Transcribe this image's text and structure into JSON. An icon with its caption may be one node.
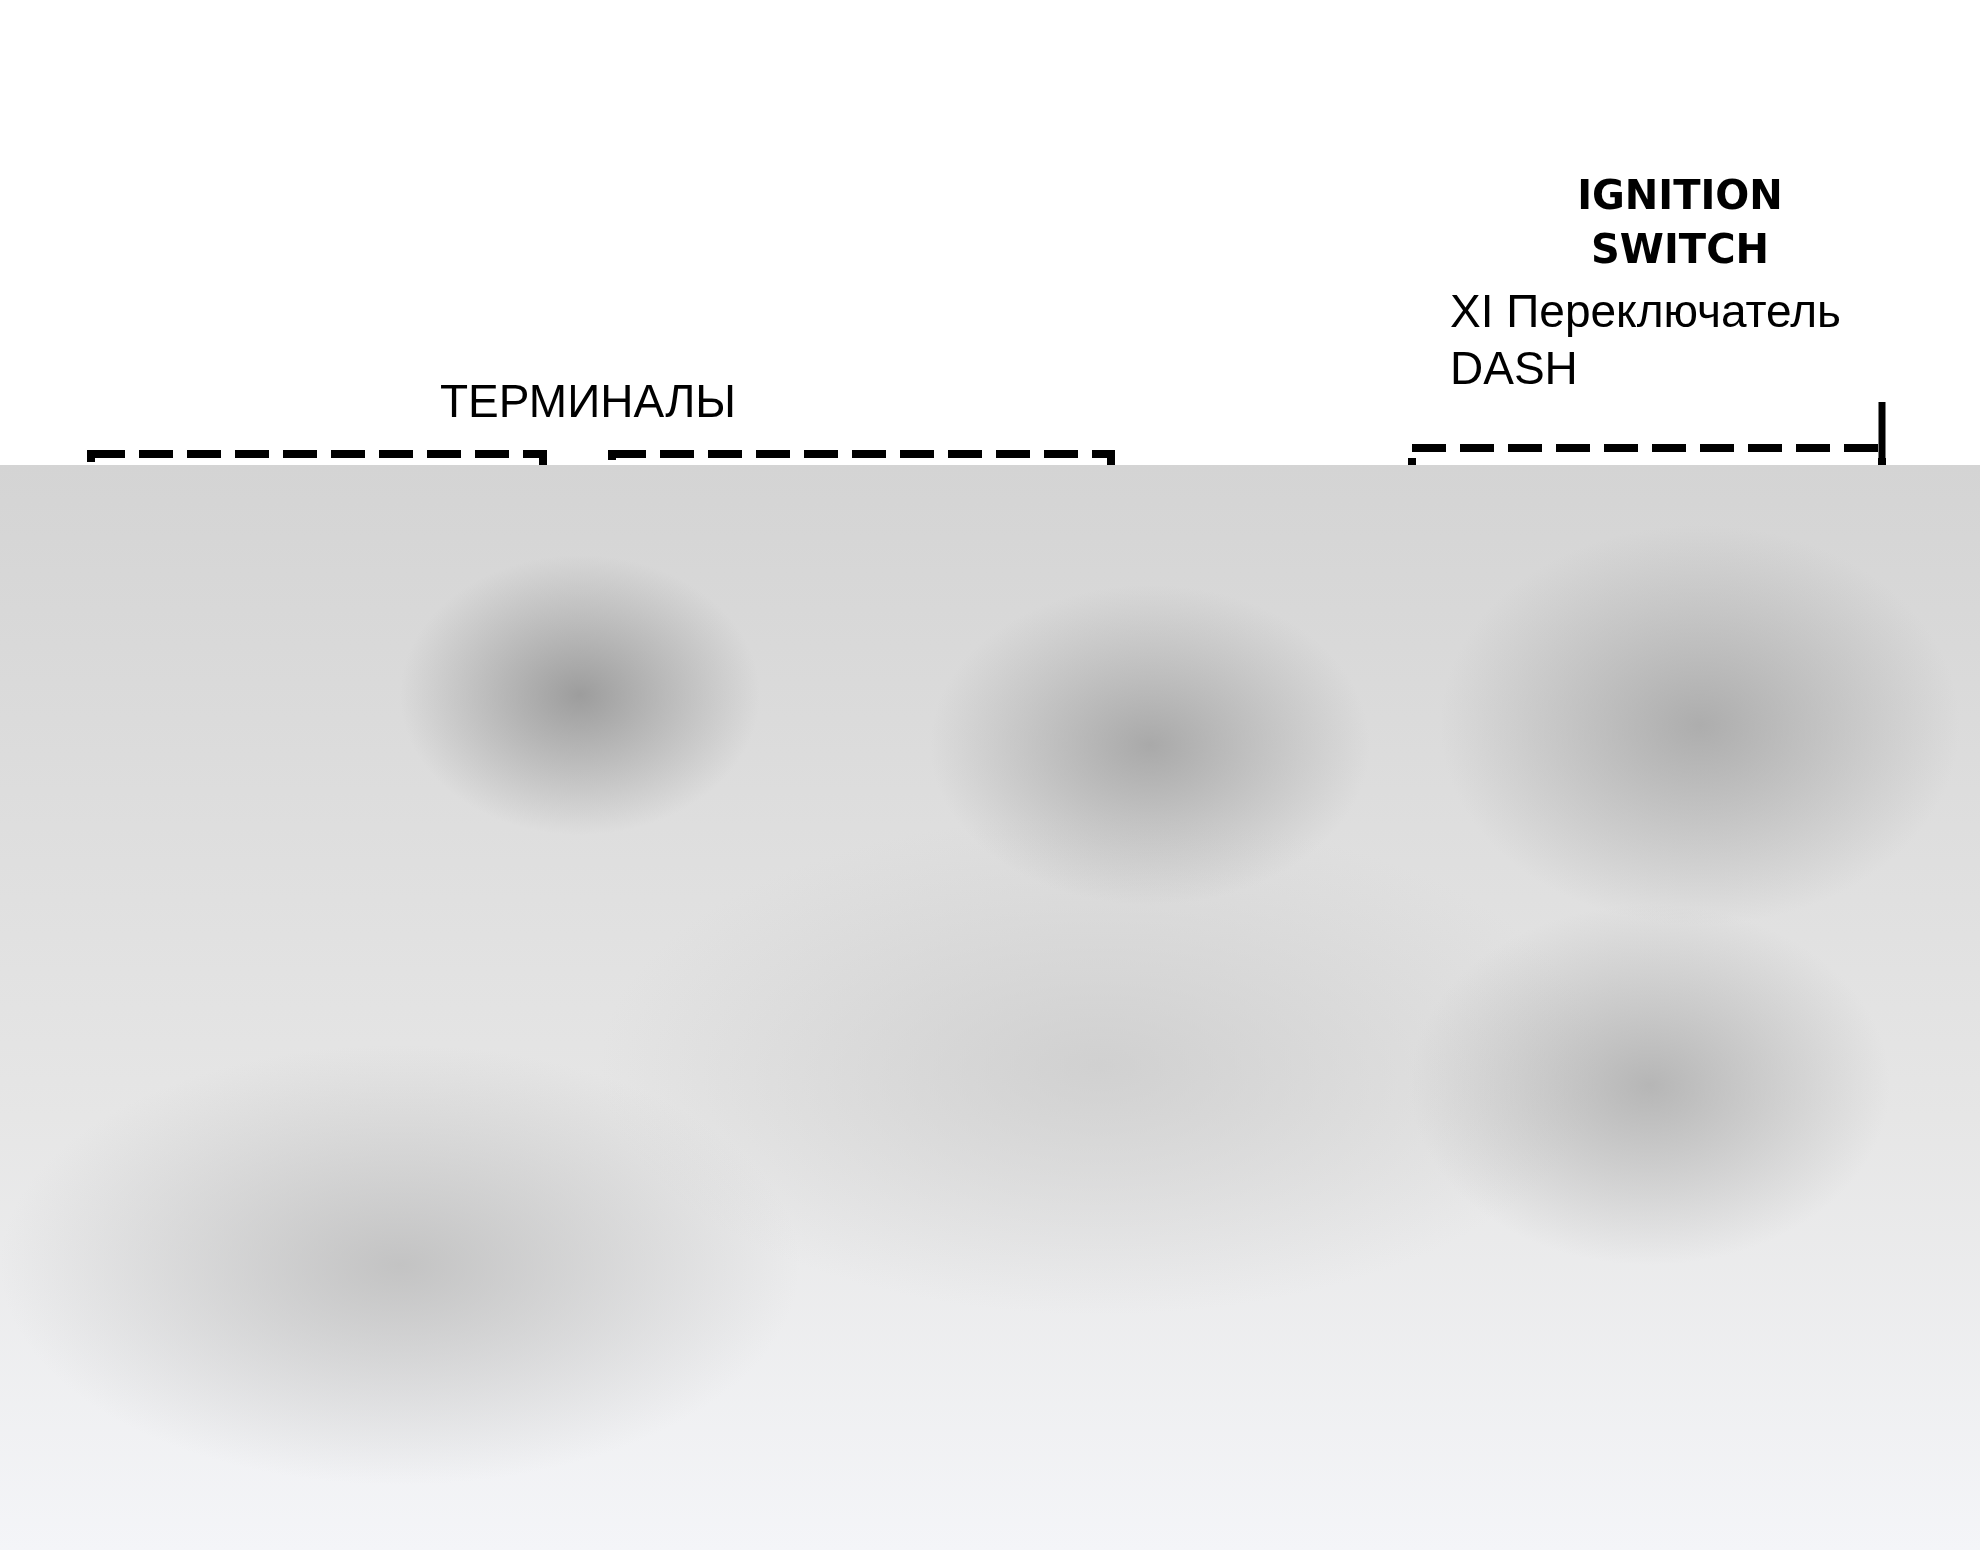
{
  "diagram": {
    "nodes": [
      {
        "text": [
          "ТЕРМИНАЛЫ"
        ]
      },
      {
        "text": [],
        "shape": "box"
      },
      {
        "text": [
          "IGNITION SWITCH",
          "XI Переключатель DASH"
        ]
      }
    ]
  }
}
